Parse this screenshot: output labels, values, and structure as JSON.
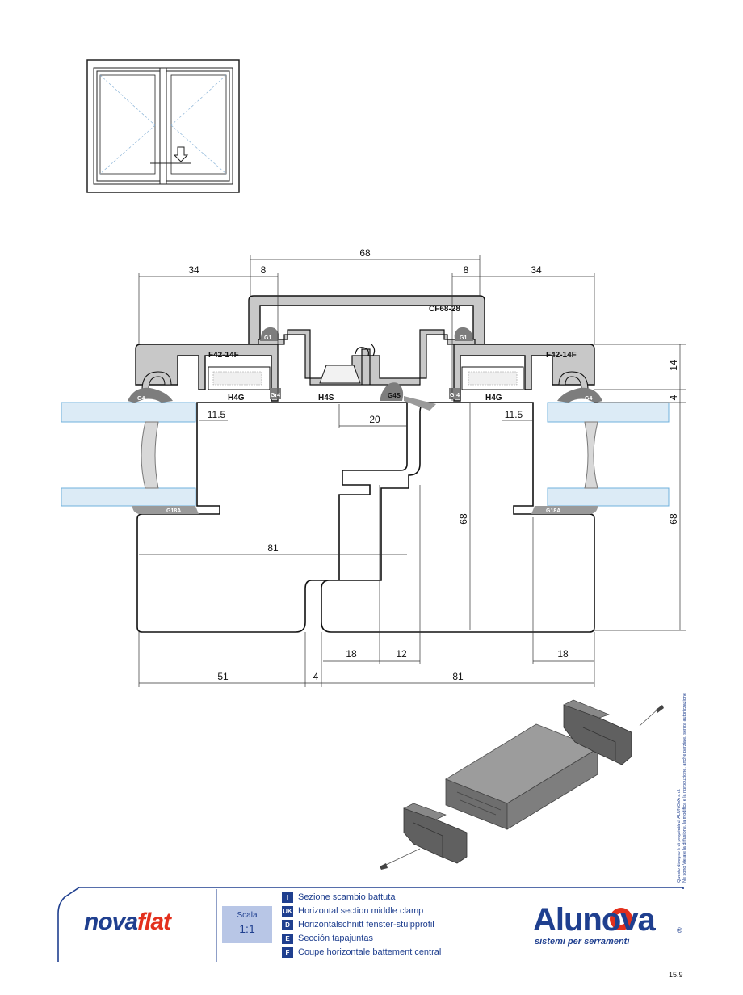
{
  "dimensions": {
    "top_total": "68",
    "left_34": "34",
    "right_34": "34",
    "left_8": "8",
    "right_8": "8",
    "right_14": "14",
    "right_4": "4",
    "left_11_5": "11.5",
    "right_11_5": "11.5",
    "mid_20": "20",
    "width_81_left": "81",
    "center_68": "68",
    "right_68": "68",
    "bottom_18_left": "18",
    "bottom_12": "12",
    "bottom_18_right": "18",
    "bottom_51": "51",
    "bottom_4": "4",
    "bottom_81": "81"
  },
  "labels": {
    "profile_cf": "CF68-28",
    "profile_f42_left": "F42-14F",
    "profile_f42_right": "F42-14F",
    "gasket_g4_left": "G4",
    "gasket_g4_right": "G4",
    "gasket_g1_left": "G1",
    "gasket_g1_right": "G1",
    "h4g_left": "H4G",
    "h4g_right": "H4G",
    "h4s": "H4S",
    "g4s": "G4S",
    "gr4_left": "Gr4",
    "gr4_right": "Gr4",
    "g18a_left": "G18A",
    "g18a_right": "G18A"
  },
  "footer": {
    "brand_part1": "nova",
    "brand_part2": "flat",
    "scale_label": "Scala",
    "scale_value": "1:1",
    "languages": [
      {
        "code": "I",
        "text": "Sezione scambio battuta"
      },
      {
        "code": "UK",
        "text": "Horizontal section middle clamp"
      },
      {
        "code": "D",
        "text": "Horizontalschnitt fenster-stulpprofil"
      },
      {
        "code": "E",
        "text": "Sección tapajuntas"
      },
      {
        "code": "F",
        "text": "Coupe horizontale battement central"
      }
    ],
    "logo": "Alunova",
    "logo_sub": "sistemi per serramenti",
    "logo_reg": "®",
    "page_number": "15.9",
    "vertical_note_1": "Questo disegno è di proprietà di ALUNOVA s.r.l.",
    "vertical_note_2": "Ne sono Vietate la diffusione, la modifica e la riproduzione, anche parziale, senza autorizzazione"
  },
  "colors": {
    "brand_blue": "#1f3f8f",
    "brand_red": "#e3301d",
    "profile_gray": "#c8c8c8",
    "glass_blue": "#a9d4ec",
    "scale_bg": "#b8c6e6"
  }
}
